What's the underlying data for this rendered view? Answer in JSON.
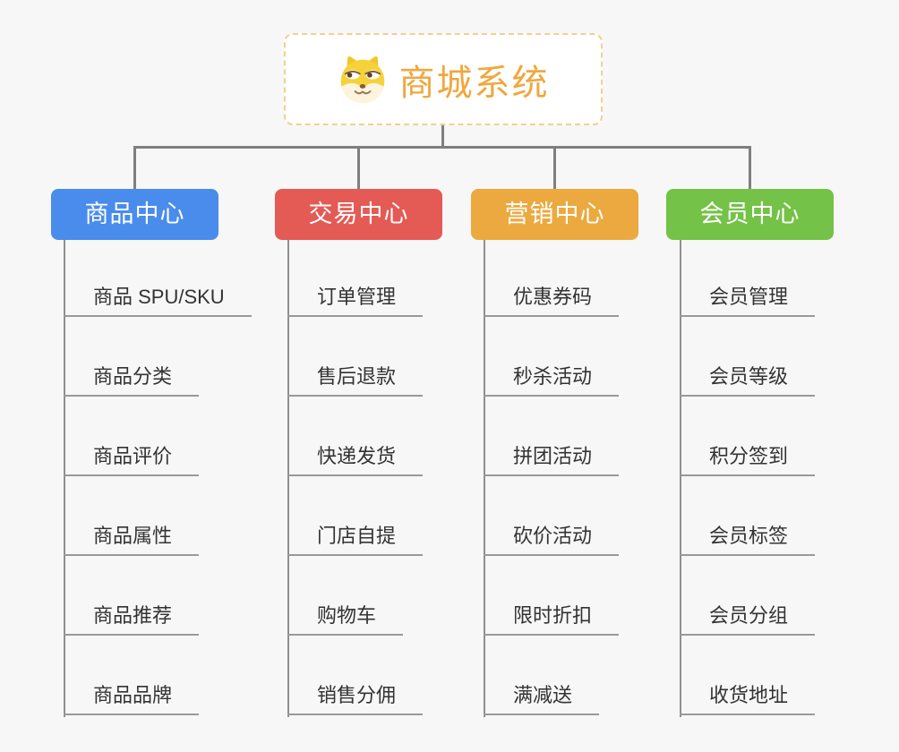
{
  "canvas": {
    "background": "#f7f7f7",
    "connector_color": "#7f7f7f",
    "leaf_underline_color": "#999999",
    "leaf_text_color": "#333333"
  },
  "root": {
    "title": "商城系统",
    "icon": "dog-face-icon",
    "title_color": "#f0a73e",
    "border_color": "#f3cf8e",
    "background": "#ffffff"
  },
  "branches": [
    {
      "id": "product-center",
      "label": "商品中心",
      "color": "#4a8cec",
      "items": [
        "商品 SPU/SKU",
        "商品分类",
        "商品评价",
        "商品属性",
        "商品推荐",
        "商品品牌"
      ]
    },
    {
      "id": "trade-center",
      "label": "交易中心",
      "color": "#e45a55",
      "items": [
        "订单管理",
        "售后退款",
        "快递发货",
        "门店自提",
        "购物车",
        "销售分佣"
      ]
    },
    {
      "id": "marketing-center",
      "label": "营销中心",
      "color": "#eca93f",
      "items": [
        "优惠券码",
        "秒杀活动",
        "拼团活动",
        "砍价活动",
        "限时折扣",
        "满减送"
      ]
    },
    {
      "id": "member-center",
      "label": "会员中心",
      "color": "#74c247",
      "items": [
        "会员管理",
        "会员等级",
        "积分签到",
        "会员标签",
        "会员分组",
        "收货地址"
      ]
    }
  ]
}
